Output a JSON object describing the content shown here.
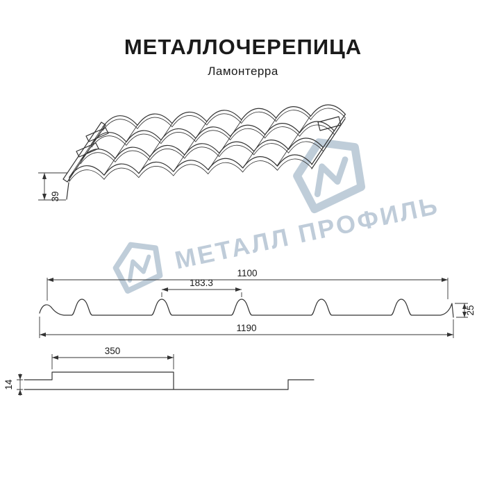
{
  "header": {
    "title": "МЕТАЛЛОЧЕРЕПИЦА",
    "subtitle": "Ламонтерра"
  },
  "watermark": {
    "text": "МЕТАЛЛ ПРОФИЛЬ",
    "color": "#bccad7"
  },
  "colors": {
    "background": "#ffffff",
    "line": "#333333",
    "text": "#1a1a1a"
  },
  "perspective_view": {
    "dim_height": "39"
  },
  "cross_section": {
    "dim_cover_width": "1100",
    "dim_wave_pitch": "183.3",
    "dim_profile_height": "25",
    "dim_full_width": "1190"
  },
  "longitudinal_section": {
    "dim_module_length": "350",
    "dim_step_height": "14"
  }
}
